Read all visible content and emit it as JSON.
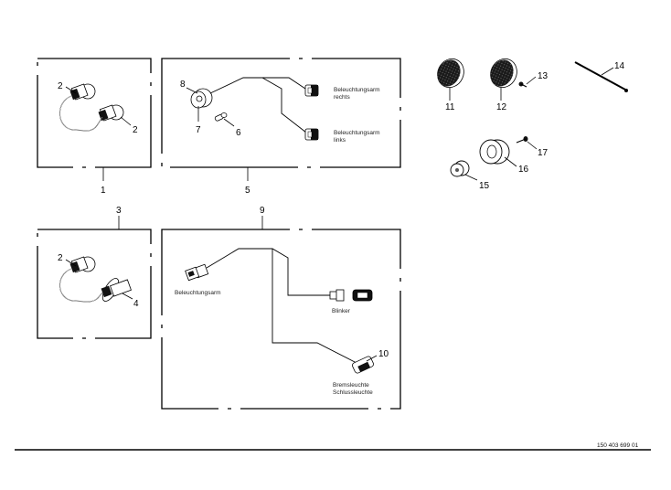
{
  "diagram": {
    "type": "exploded-parts-diagram",
    "reference_number": "150 403 699 01",
    "groups": [
      {
        "id": "1",
        "label": "1",
        "contents": [
          "2",
          "2"
        ]
      },
      {
        "id": "5",
        "label": "5",
        "contents": [
          "8",
          "7",
          "6"
        ],
        "connector_labels": [
          "Beleuchtungsarm rechts",
          "Beleuchtungsarm links"
        ]
      },
      {
        "id": "3",
        "label": "3",
        "contents": [
          "2",
          "4"
        ]
      },
      {
        "id": "9",
        "label": "9",
        "contents": [
          "10"
        ],
        "connector_labels": [
          "Beleuchtungsarm",
          "Blinker",
          "Bremsleuchte Schlussleuchte"
        ]
      }
    ],
    "callouts": {
      "g1_top": "2",
      "g1_bottom": "2",
      "g1_group": "1",
      "g5_8": "8",
      "g5_7": "7",
      "g5_6": "6",
      "g5_group": "5",
      "g3_group": "3",
      "g3_2": "2",
      "g3_4": "4",
      "g9_group": "9",
      "g9_10": "10",
      "p11": "11",
      "p12": "12",
      "p13": "13",
      "p14": "14",
      "p15": "15",
      "p16": "16",
      "p17": "17"
    },
    "labels": {
      "rechts_line1": "Beleuchtungsarm",
      "rechts_line2": "rechts",
      "links_line1": "Beleuchtungsarm",
      "links_line2": "links",
      "harness_arm": "Beleuchtungsarm",
      "blinker": "Blinker",
      "brems_line1": "Bremsleuchte",
      "brems_line2": "Schlussleuchte"
    },
    "parts": [
      {
        "number": "2",
        "description": "connector plug"
      },
      {
        "number": "4",
        "description": "socket connector with flange"
      },
      {
        "number": "6",
        "description": "bulb"
      },
      {
        "number": "7",
        "description": "lamp socket"
      },
      {
        "number": "8",
        "description": "lamp holder"
      },
      {
        "number": "10",
        "description": "connector"
      },
      {
        "number": "11",
        "description": "reflector"
      },
      {
        "number": "12",
        "description": "reflector"
      },
      {
        "number": "13",
        "description": "screw"
      },
      {
        "number": "14",
        "description": "cable tie"
      },
      {
        "number": "15",
        "description": "grommet"
      },
      {
        "number": "16",
        "description": "ring"
      },
      {
        "number": "17",
        "description": "screw"
      }
    ]
  }
}
